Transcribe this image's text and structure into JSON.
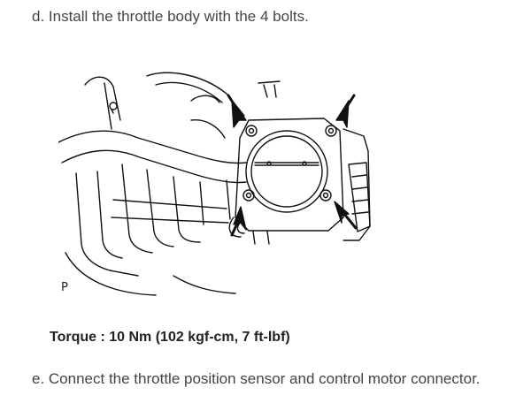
{
  "steps": {
    "d": "d. Install the throttle body with the 4 bolts.",
    "e": "e. Connect the throttle position sensor and control motor connector."
  },
  "figure": {
    "label": "P"
  },
  "torque": {
    "text": "Torque : 10 Nm (102 kgf-cm, 7 ft-lbf)"
  }
}
